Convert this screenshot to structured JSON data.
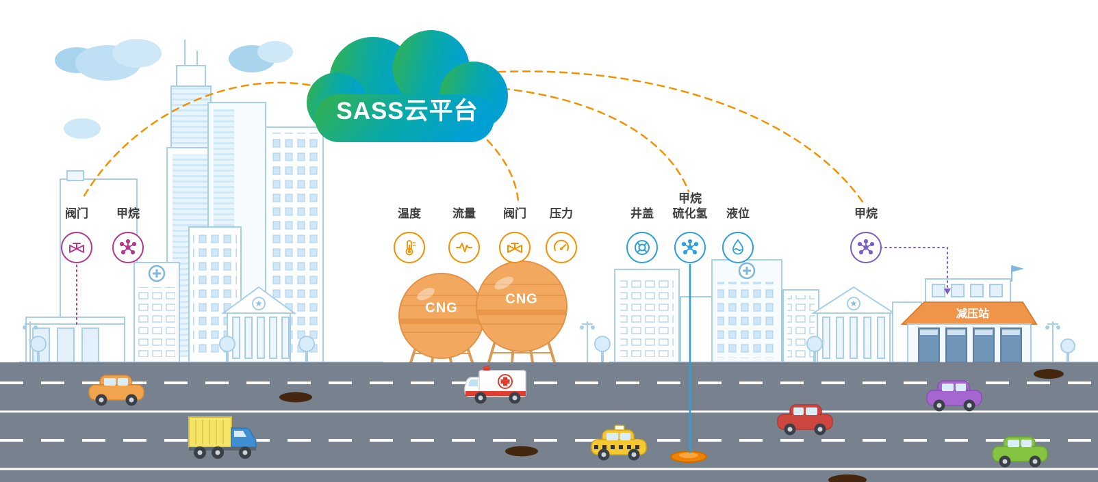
{
  "cloud": {
    "label": "SASS云平台"
  },
  "sensor_groups": {
    "city": {
      "color": "#b13a8c",
      "sensors": [
        {
          "label": "阀门"
        },
        {
          "label": "甲烷"
        }
      ]
    },
    "cng": {
      "color": "#f29200",
      "sensors": [
        {
          "label": "温度"
        },
        {
          "label": "流量"
        },
        {
          "label": "阀门"
        },
        {
          "label": "压力"
        }
      ]
    },
    "pipeline": {
      "color": "#2ba0dc",
      "sensors": [
        {
          "label": "井盖"
        },
        {
          "label": "甲烷",
          "label2": "硫化氢"
        },
        {
          "label": "液位"
        }
      ]
    },
    "station": {
      "color": "#7b5fc5",
      "sensors": [
        {
          "label": "甲烷"
        }
      ]
    }
  },
  "tanks": [
    {
      "label": "CNG"
    },
    {
      "label": "CNG"
    }
  ],
  "buildings": {
    "pressure_station_label": "减压站"
  },
  "colors": {
    "accent_orange": "#f29200",
    "cloud_green": "#35b24a",
    "cloud_teal": "#00a0d4",
    "road_gray": "#78828e"
  }
}
